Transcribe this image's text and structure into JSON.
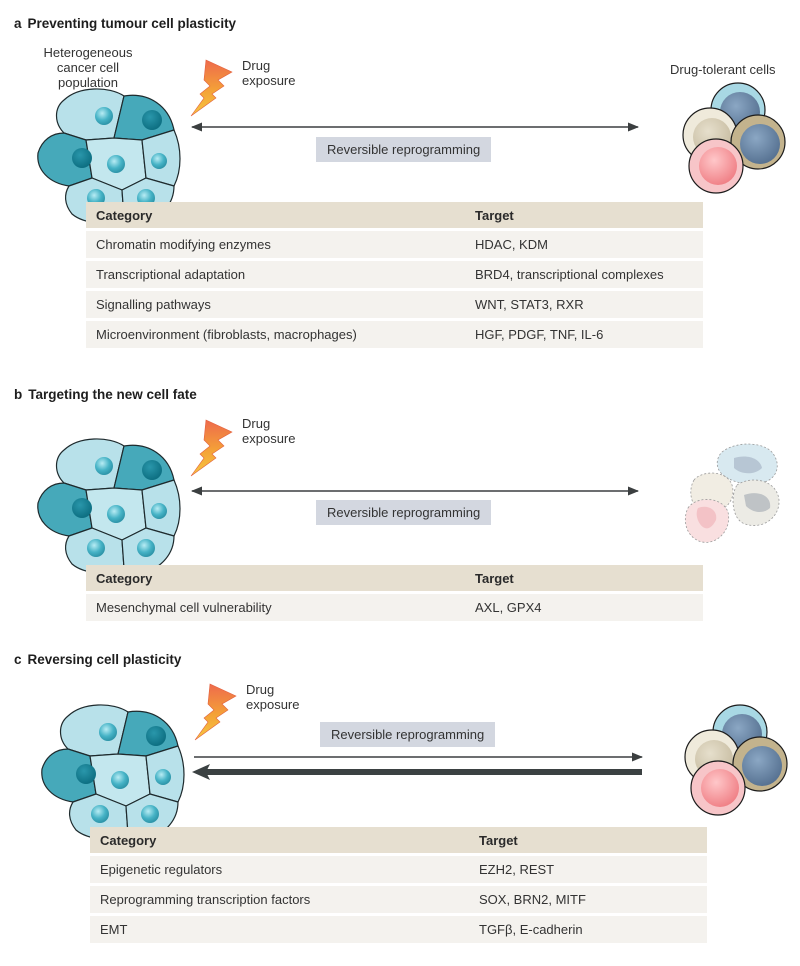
{
  "panels": [
    {
      "letter": "a",
      "title": "Preventing tumour cell plasticity",
      "left_label": "Heterogeneous cancer cell population",
      "drug_label_line1": "Drug",
      "drug_label_line2": "exposure",
      "right_label": "Drug-tolerant cells",
      "arrow_label": "Reversible reprogramming",
      "table": {
        "headers": [
          "Category",
          "Target"
        ],
        "rows": [
          [
            "Chromatin modifying enzymes",
            "HDAC, KDM"
          ],
          [
            "Transcriptional adaptation",
            "BRD4, transcriptional complexes"
          ],
          [
            "Signalling pathways",
            "WNT, STAT3, RXR"
          ],
          [
            "Microenvironment (fibroblasts, macrophages)",
            "HGF, PDGF, TNF, IL-6"
          ]
        ]
      }
    },
    {
      "letter": "b",
      "title": "Targeting the new cell fate",
      "drug_label_line1": "Drug",
      "drug_label_line2": "exposure",
      "arrow_label": "Reversible reprogramming",
      "table": {
        "headers": [
          "Category",
          "Target"
        ],
        "rows": [
          [
            "Mesenchymal cell vulnerability",
            "AXL, GPX4"
          ]
        ]
      }
    },
    {
      "letter": "c",
      "title": "Reversing cell plasticity",
      "drug_label_line1": "Drug",
      "drug_label_line2": "exposure",
      "arrow_label": "Reversible reprogramming",
      "table": {
        "headers": [
          "Category",
          "Target"
        ],
        "rows": [
          [
            "Epigenetic regulators",
            "EZH2, REST"
          ],
          [
            "Reprogramming transcription factors",
            "SOX, BRN2, MITF"
          ],
          [
            "EMT",
            "TGFβ, E-cadherin"
          ]
        ]
      }
    }
  ],
  "colors": {
    "cell_light": "#a9d8e3",
    "cell_dark": "#3f9fb0",
    "nucleus": "#4bb3c6",
    "label_box": "#d3d7e0",
    "table_header": "#e6dfd0",
    "table_row": "#f4f2ee",
    "arrow": "#3b3f40"
  }
}
